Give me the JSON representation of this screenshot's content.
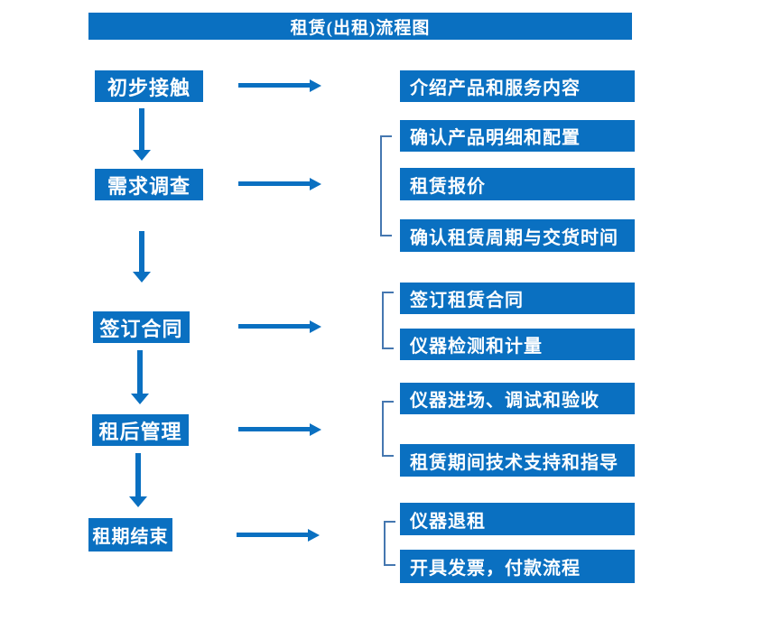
{
  "title": "租赁(出租)流程图",
  "colors": {
    "box_blue": "#0a70c1",
    "bracket_blue": "#4577b0",
    "text_white": "#ffffff",
    "background": "#ffffff"
  },
  "left_steps": [
    {
      "label": "初步接触"
    },
    {
      "label": "需求调查"
    },
    {
      "label": "签订合同"
    },
    {
      "label": "租后管理"
    },
    {
      "label": "租期结束"
    }
  ],
  "right_boxes": [
    {
      "label": "介绍产品和服务内容"
    },
    {
      "label": "确认产品明细和配置"
    },
    {
      "label": "租赁报价"
    },
    {
      "label": "确认租赁周期与交货时间"
    },
    {
      "label": "签订租赁合同"
    },
    {
      "label": "仪器检测和计量"
    },
    {
      "label": "仪器进场、调试和验收"
    },
    {
      "label": "租赁期间技术支持和指导"
    },
    {
      "label": "仪器退租"
    },
    {
      "label": "开具发票，付款流程"
    }
  ]
}
